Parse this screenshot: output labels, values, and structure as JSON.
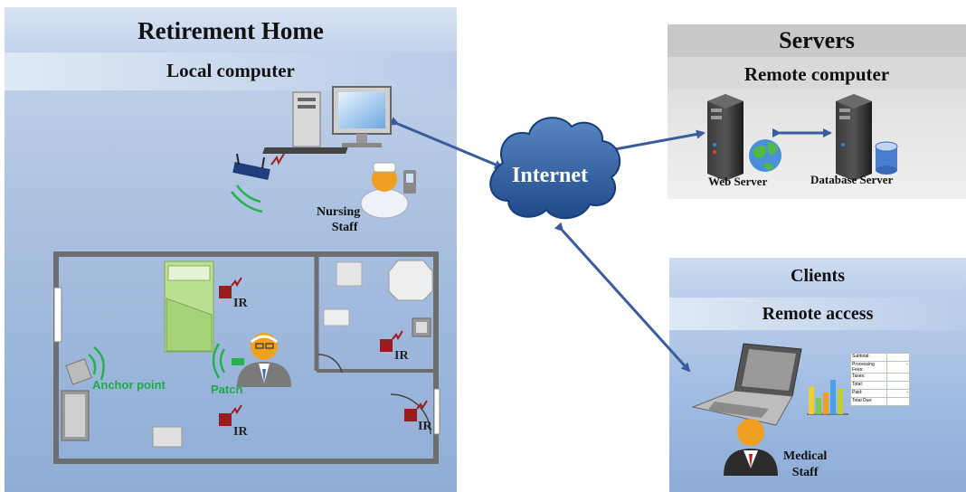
{
  "retirement_home": {
    "title": "Retirement Home",
    "subtitle": "Local computer",
    "nursing_staff": [
      "Nursing",
      "Staff"
    ],
    "ir_labels": [
      "IR",
      "IR",
      "IR",
      "IR"
    ],
    "anchor_point": "Anchor point",
    "patch": "Patch"
  },
  "internet": {
    "label": "Internet"
  },
  "servers": {
    "title": "Servers",
    "subtitle": "Remote computer",
    "web_server": "Web Server",
    "database_server": "Database Server"
  },
  "clients": {
    "title": "Clients",
    "subtitle": "Remote access",
    "medical_staff": [
      "Medical",
      "Staff"
    ],
    "bill_rows": [
      {
        "label": "Subtotal:",
        "value": ""
      },
      {
        "label": "Processing Fees:",
        "value": "-"
      },
      {
        "label": "Taxes:",
        "value": ""
      },
      {
        "label": "Total:",
        "value": ""
      },
      {
        "label": "Paid:",
        "value": "-"
      },
      {
        "label": "Total Due:",
        "value": ""
      }
    ]
  },
  "colors": {
    "arrow": "#3a5c9c",
    "cloud": "#2f5d9e",
    "ir_box": "#9b1c1c",
    "green_label": "#22a84a"
  }
}
